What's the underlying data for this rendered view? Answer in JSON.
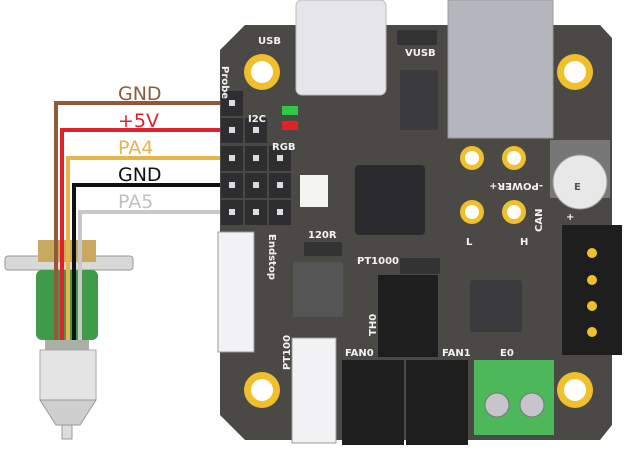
{
  "wires": [
    {
      "label": "GND",
      "color": "#8e5a3a"
    },
    {
      "label": "+5V",
      "color": "#e0202a"
    },
    {
      "label": "PA4",
      "color": "#e8b44c"
    },
    {
      "label": "GND",
      "color": "#111111"
    },
    {
      "label": "PA5",
      "color": "#c8c8c8"
    }
  ],
  "board": {
    "color": "#4b4945",
    "pad_color": "#f0c02c",
    "labels": {
      "usb": "USB",
      "vusb": "VUSB",
      "probe": "Probe",
      "i2c": "I2C",
      "rgb": "RGB",
      "power": "-POWER+",
      "can": "CAN",
      "can_l": "L",
      "can_h": "H",
      "endstop": "Endstop",
      "r120": "120R",
      "pt1000": "PT1000",
      "th0": "TH0",
      "pt100": "PT100",
      "fan0": "FAN0",
      "fan1": "FAN1",
      "e0": "E0",
      "cap_plus": "+",
      "cap_mark": "E"
    }
  }
}
